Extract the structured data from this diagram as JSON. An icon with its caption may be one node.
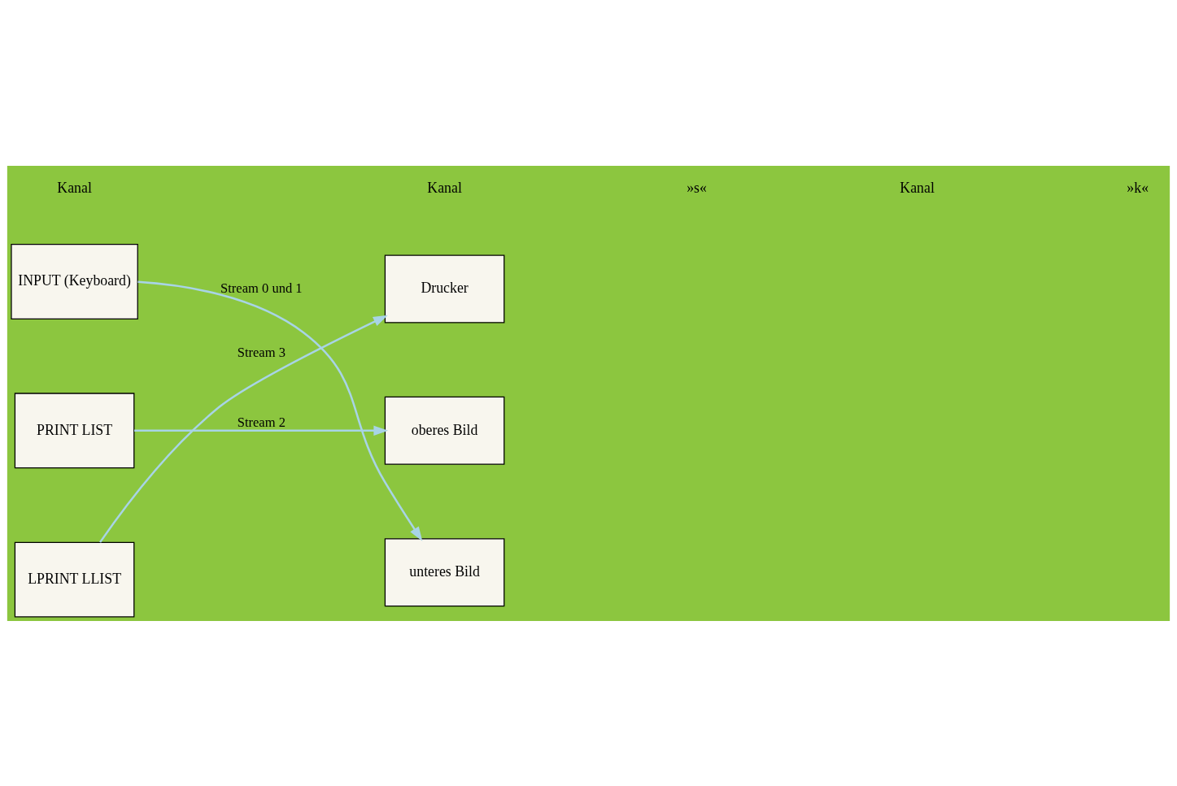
{
  "diagram": {
    "nodes": [
      {
        "text": [
          "INPUT (Keyboard)"
        ]
      },
      {
        "text": [
          "PRINT LIST"
        ]
      },
      {
        "text": [
          "LPRINT LLIST"
        ]
      },
      {
        "text": [
          "Drucker"
        ]
      },
      {
        "text": [
          "oberes Bild"
        ]
      },
      {
        "text": [
          "unteres Bild"
        ]
      }
    ],
    "edges": [
      {
        "from": 0,
        "to": 5,
        "arrow": "to",
        "label": "Stream 0 und 1"
      },
      {
        "from": 1,
        "to": 4,
        "arrow": "to",
        "label": "Stream 2"
      },
      {
        "from": 2,
        "to": 3,
        "arrow": "to",
        "label": "Stream 3"
      }
    ],
    "labels": [
      "Kanal",
      "Kanal",
      "»s«",
      "Kanal",
      "»k«"
    ]
  }
}
